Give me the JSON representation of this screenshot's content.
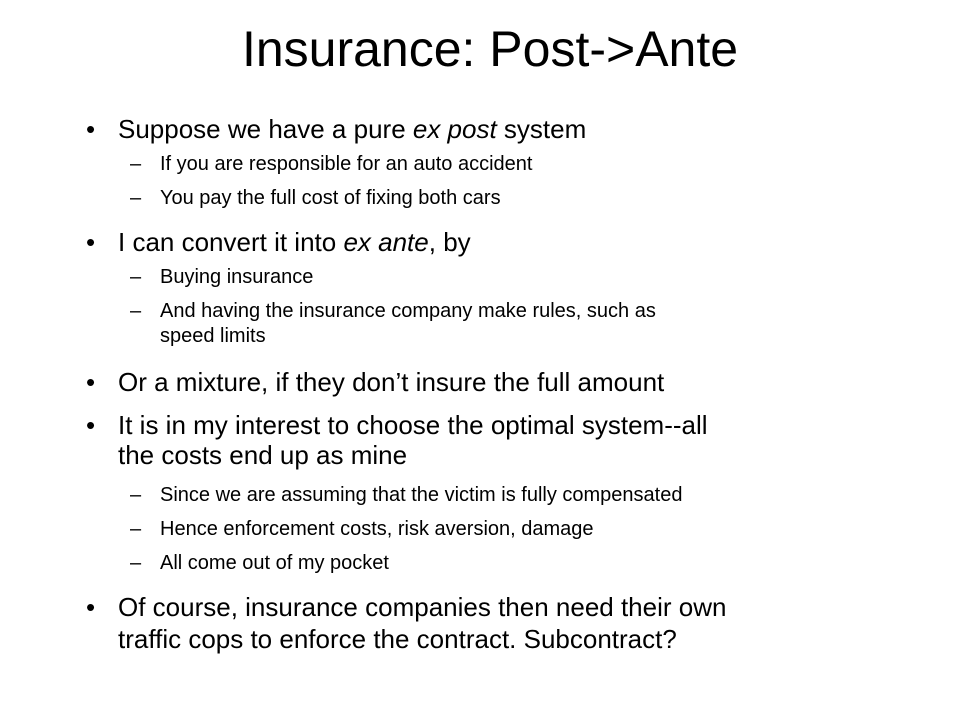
{
  "slide": {
    "title": "Insurance: Post->Ante",
    "bullet_glyph": "•",
    "dash_glyph": "–",
    "items": [
      {
        "pre": "Suppose we have a pure ",
        "em": "ex post",
        "post": " system",
        "subs": [
          "If you are responsible for an auto accident",
          "You pay the full cost of fixing both cars"
        ]
      },
      {
        "pre": "I can convert it into ",
        "em": "ex ante",
        "post": ", by",
        "subs": [
          "Buying insurance",
          "And having the insurance company make rules, such as",
          "speed limits"
        ]
      },
      {
        "text": "Or a mixture, if they don’t insure the full amount"
      },
      {
        "text": "It is in my interest to choose the optimal system--all",
        "cont": "the costs end up as mine",
        "subs": [
          "Since we are assuming that the victim is fully compensated",
          "Hence enforcement costs, risk aversion, damage",
          "All come out of my pocket"
        ]
      },
      {
        "text": "Of course, insurance companies then need their own",
        "cont": "traffic cops to enforce the contract. Subcontract?"
      }
    ]
  }
}
